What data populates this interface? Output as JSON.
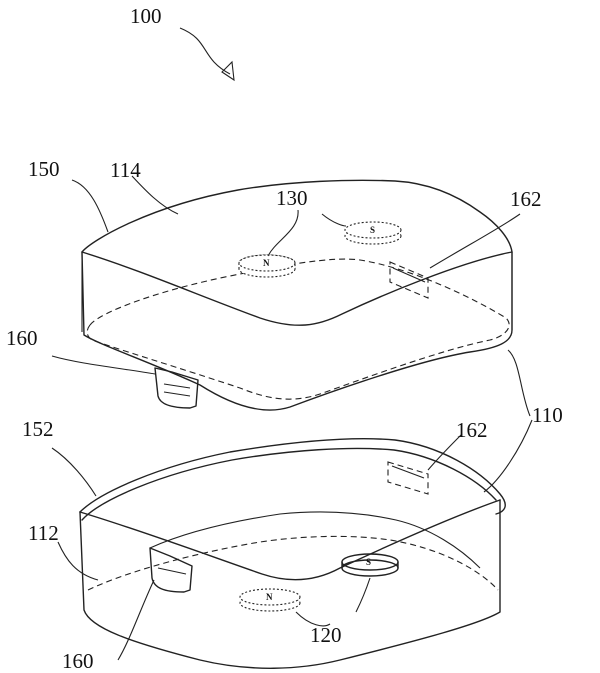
{
  "labels": {
    "assembly": "100",
    "top_shell": "150",
    "top_surface": "114",
    "top_magnets": "130",
    "latch_receiver_top": "162",
    "latch_tab_top": "160",
    "shell_pair": "110",
    "bottom_shell": "152",
    "latch_receiver_bottom": "162",
    "bottom_surface": "112",
    "latch_tab_bottom": "160",
    "bottom_magnets": "120"
  },
  "magnet_poles": {
    "top_left": "N",
    "top_right": "S",
    "bottom_left": "N",
    "bottom_right": "S"
  }
}
